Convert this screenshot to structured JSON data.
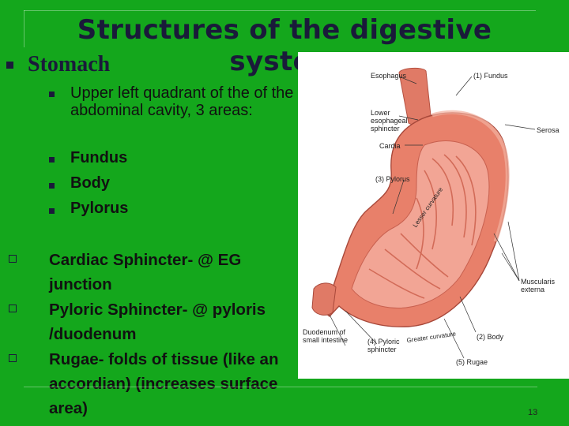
{
  "slide": {
    "title": "Structures of the digestive system",
    "heading": "Stomach",
    "sub_bullets": [
      "Upper left quadrant of the of the abdominal cavity, 3 areas:",
      "Fundus",
      "Body",
      "Pylorus"
    ],
    "bullets": [
      "Cardiac Sphincter- @ EG junction",
      "Pyloric Sphincter- @ pyloris /duodenum",
      "Rugae- folds of tissue (like an accordian) (increases surface area)"
    ],
    "page_number": "13"
  },
  "figure": {
    "labels": {
      "esophagus": "Esophagus",
      "fundus": "(1) Fundus",
      "les": "Lower esophageal sphincter",
      "serosa": "Serosa",
      "cardia": "Cardia",
      "pylorus": "(3) Pylorus",
      "lesser_curvature": "Lesser curvature",
      "muscularis": "Muscularis externa",
      "duodenum": "Duodenum of small intestine",
      "pyloric_sphincter": "(4) Pyloric sphincter",
      "greater_curvature": "Greater curvature",
      "body": "(2) Body",
      "rugae": "(5) Rugae"
    }
  },
  "colors": {
    "background": "#14a71c",
    "title": "#1a1a3a",
    "stomach": "#e8806a",
    "rugae": "#f2a595"
  }
}
